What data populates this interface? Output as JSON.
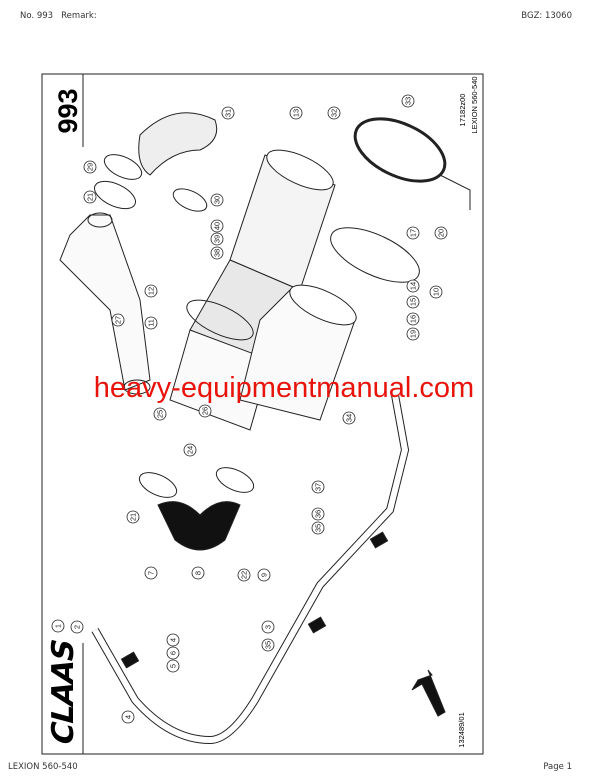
{
  "header": {
    "number": "No. 993",
    "remark": "Remark:",
    "bgz": "BGZ: 13060"
  },
  "footer": {
    "model": "LEXION 560-540",
    "page": "Page 1"
  },
  "drawing": {
    "group_number": "993",
    "drawing_id": "17182z00",
    "model": "LEXION 560-540",
    "reference": "132489/01",
    "logo": "CLAAS",
    "watermark": "heavy-equipmentmanual.com",
    "watermark_color": "#e8140c",
    "callouts": [
      "31",
      "13",
      "32",
      "33",
      "29",
      "21",
      "30",
      "40",
      "39",
      "38",
      "17",
      "20",
      "12",
      "14",
      "10",
      "15",
      "27",
      "11",
      "16",
      "19",
      "25",
      "26",
      "34",
      "24",
      "21",
      "37",
      "36",
      "35",
      "7",
      "8",
      "22",
      "9",
      "1",
      "2",
      "3",
      "4",
      "6",
      "35",
      "5",
      "4"
    ]
  }
}
